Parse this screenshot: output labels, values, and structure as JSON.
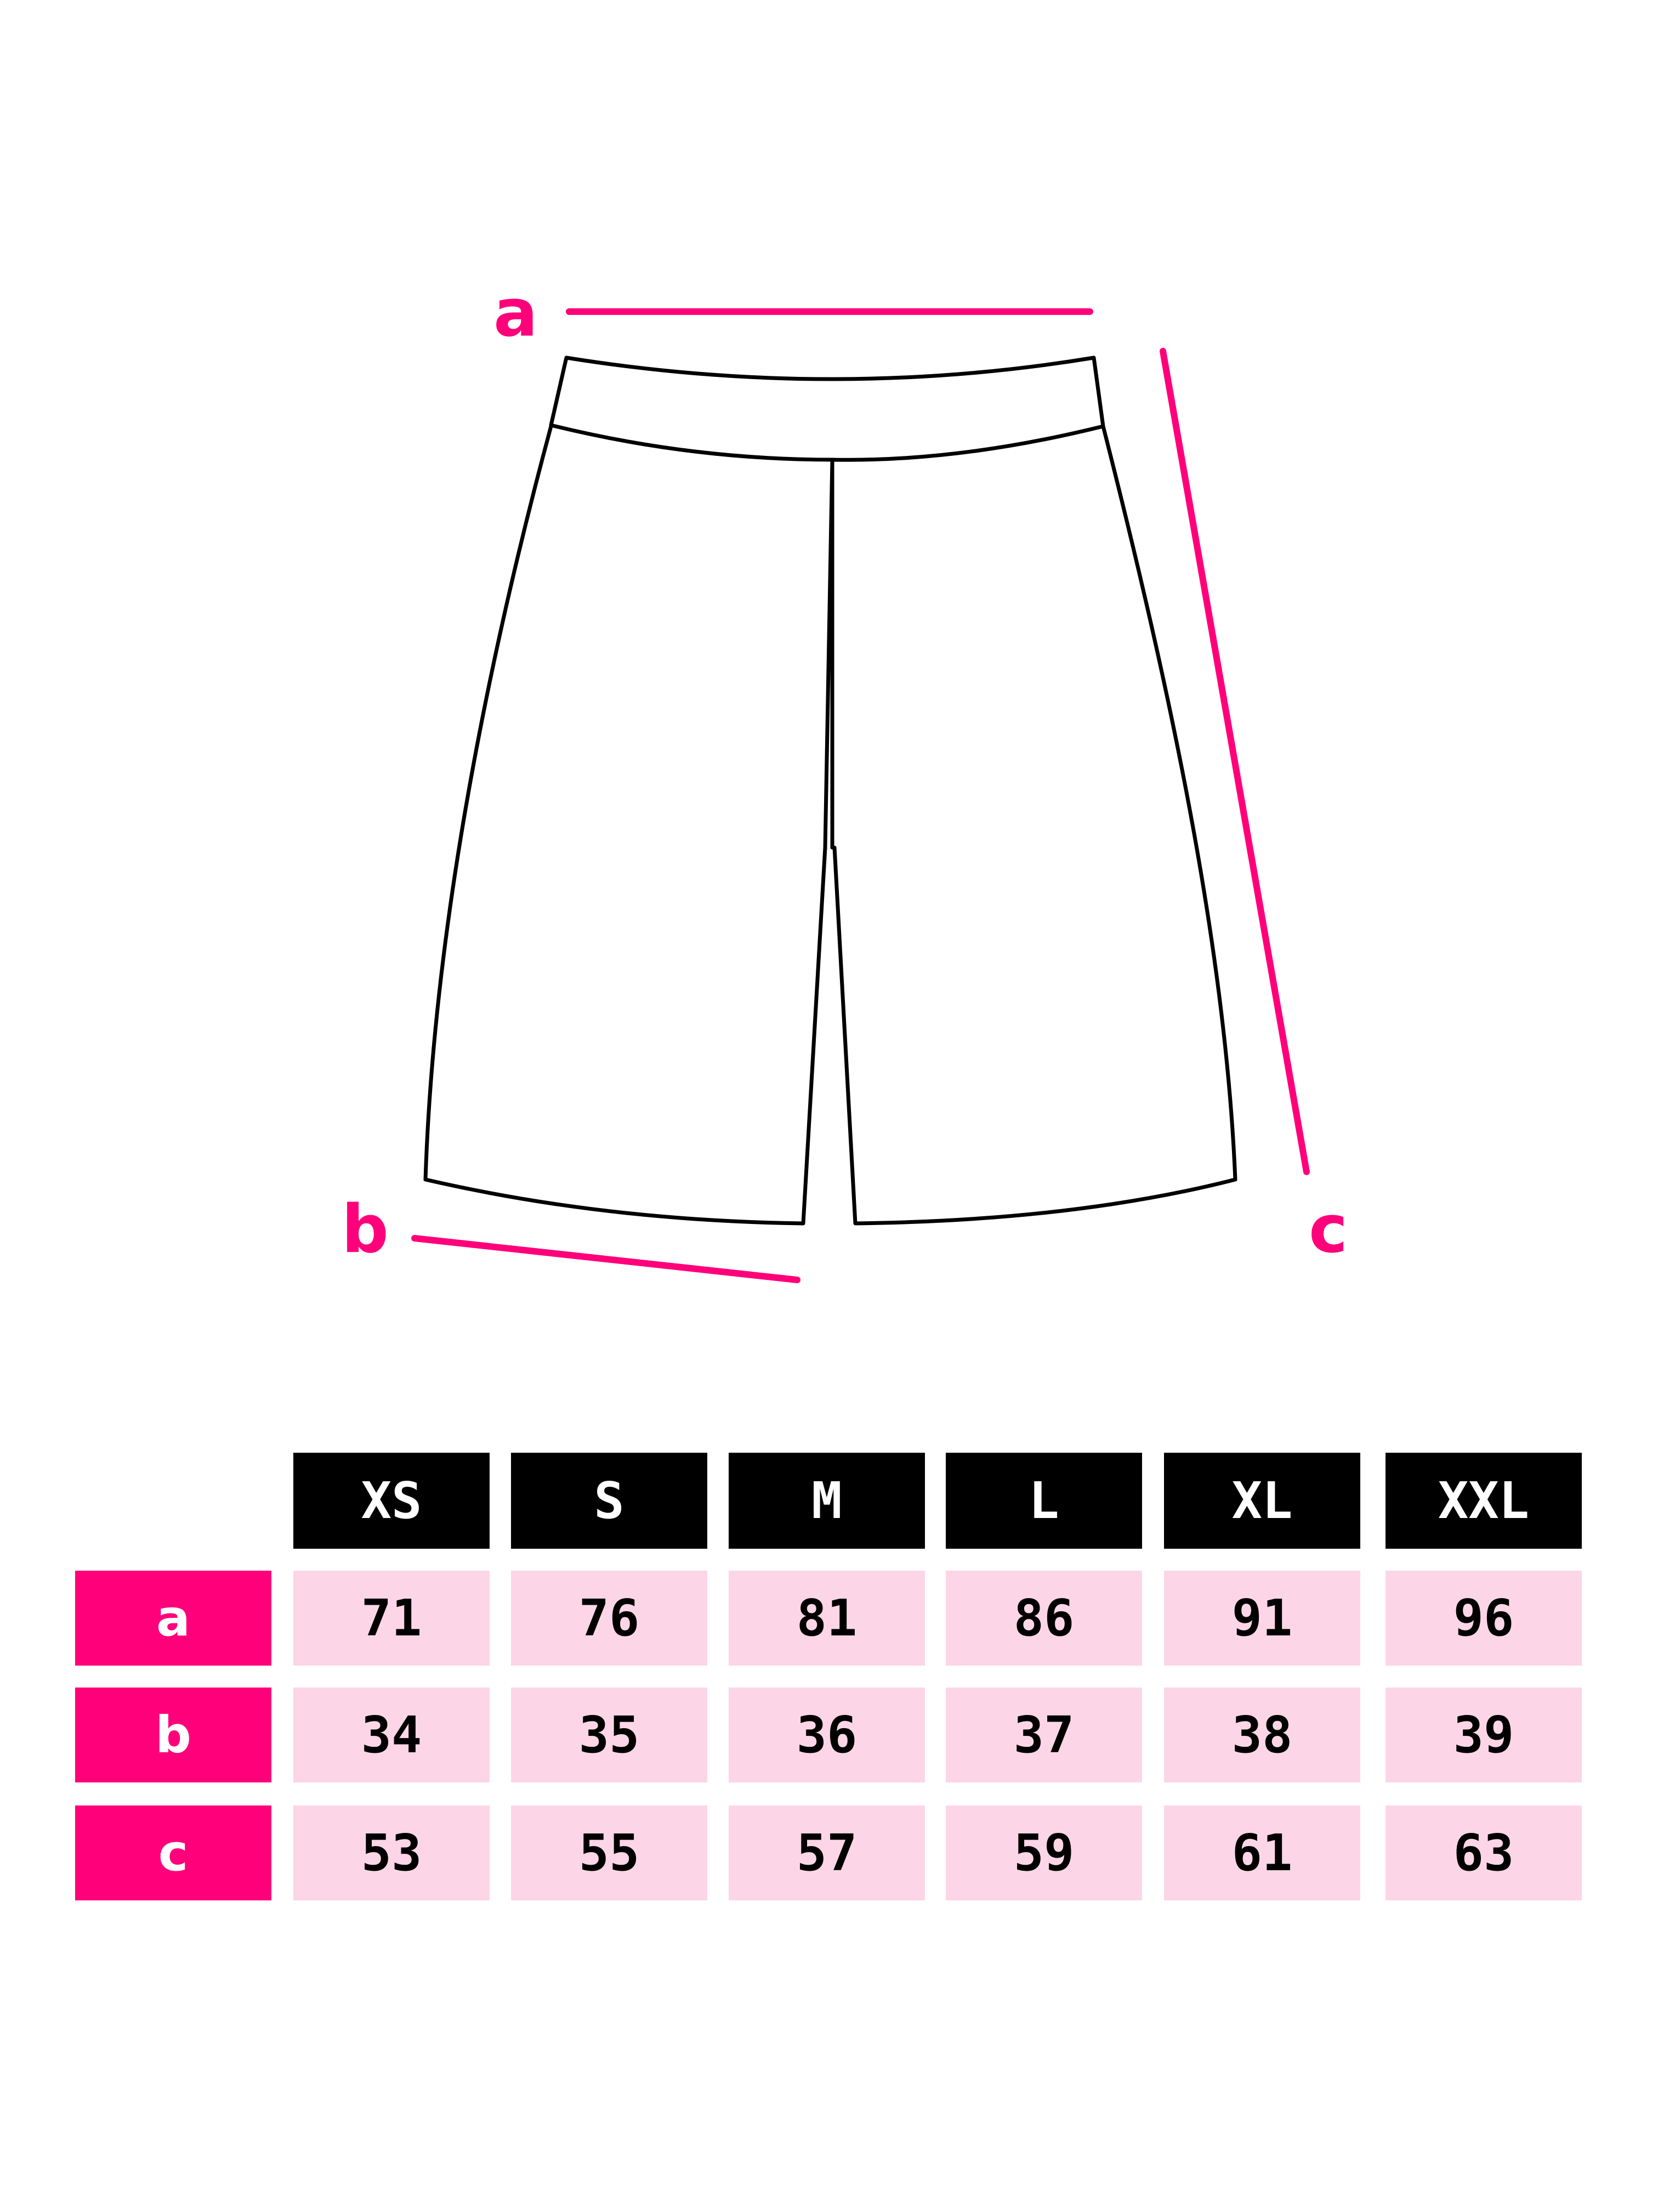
{
  "colors": {
    "accent": "#ff007a",
    "header_bg": "#000000",
    "header_text": "#ffffff",
    "value_bg": "#fcd6e6",
    "value_text": "#000000"
  },
  "diagram": {
    "garment": "shorts-outline",
    "labels": {
      "a": "a",
      "b": "b",
      "c": "c"
    }
  },
  "table": {
    "sizes": [
      "XS",
      "S",
      "M",
      "L",
      "XL",
      "XXL"
    ],
    "rows": [
      {
        "label": "a",
        "values": [
          "71",
          "76",
          "81",
          "86",
          "91",
          "96"
        ]
      },
      {
        "label": "b",
        "values": [
          "34",
          "35",
          "36",
          "37",
          "38",
          "39"
        ]
      },
      {
        "label": "c",
        "values": [
          "53",
          "55",
          "57",
          "59",
          "61",
          "63"
        ]
      }
    ]
  }
}
